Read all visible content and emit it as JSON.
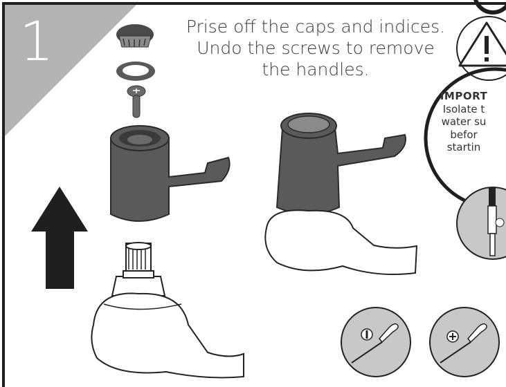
{
  "step": {
    "number": "1"
  },
  "instructions": {
    "lines": [
      "Prise off the caps and indices.",
      "Undo the screws to remove",
      "the handles."
    ]
  },
  "important": {
    "title": "IMPORT",
    "lines": [
      "Isolate t",
      "water su",
      "befor",
      "startin"
    ]
  },
  "icons": {
    "warning": "warning-triangle-icon",
    "flat_screwdriver": "flat-screwdriver-icon",
    "phillips_screwdriver": "phillips-screwdriver-icon",
    "arrow": "up-arrow-icon"
  },
  "colors": {
    "handle_gray": "#5a5a5a",
    "corner_gray": "#b3b3b3",
    "circle_gray": "#c8c8c8",
    "outline": "#1f1f1f"
  }
}
